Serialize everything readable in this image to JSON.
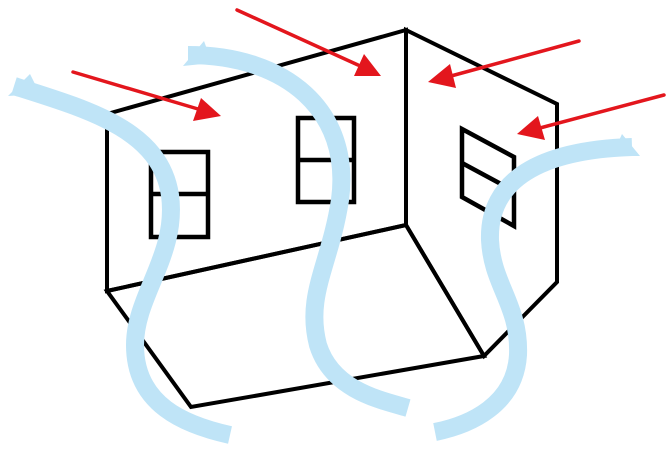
{
  "diagram": {
    "building": {
      "walls": [
        "left-wall",
        "front-wall",
        "right-wall",
        "floor"
      ],
      "windows": 3
    },
    "air_streams": {
      "count": 3,
      "color": "#bfe4f7"
    },
    "arrows": {
      "count": 4,
      "color": "#e3161d"
    },
    "line_color": "#000000",
    "background": "#ffffff"
  }
}
